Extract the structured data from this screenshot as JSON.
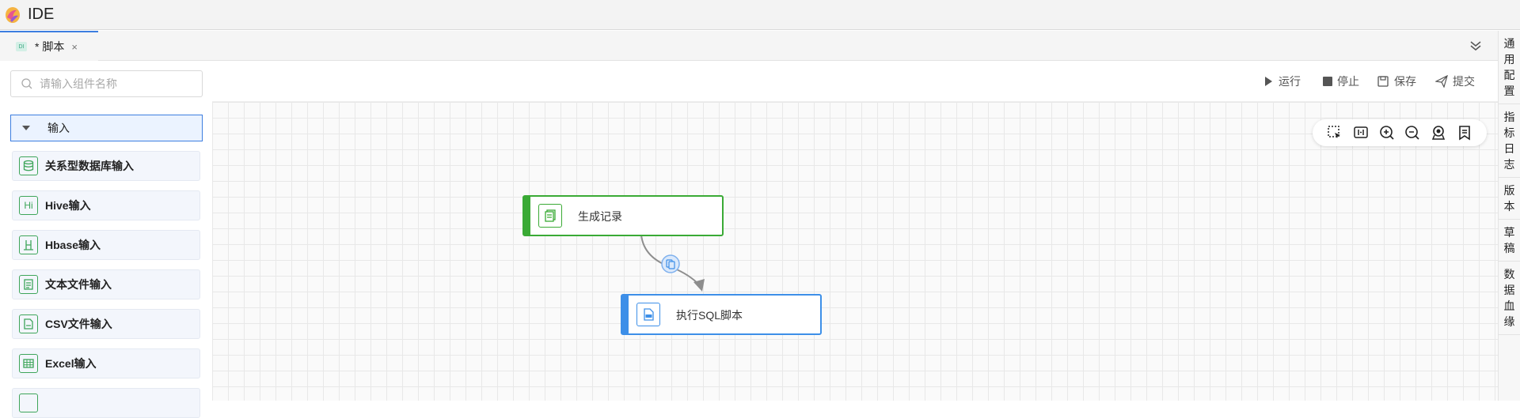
{
  "app": {
    "title": "IDE"
  },
  "tabs": [
    {
      "label": "* 脚本",
      "icon": "DI",
      "close": "×"
    }
  ],
  "toolbar": {
    "run": "运行",
    "stop": "停止",
    "save": "保存",
    "submit": "提交"
  },
  "right_rail": [
    {
      "id": "general",
      "label": "通用配置",
      "chars": [
        "通",
        "用",
        "配",
        "置"
      ]
    },
    {
      "id": "metrics",
      "label": "指标日志",
      "chars": [
        "指",
        "标",
        "日",
        "志"
      ]
    },
    {
      "id": "version",
      "label": "版本",
      "chars": [
        "版",
        "本"
      ]
    },
    {
      "id": "draft",
      "label": "草稿",
      "chars": [
        "草",
        "稿"
      ]
    },
    {
      "id": "lineage",
      "label": "数据血缘",
      "chars": [
        "数",
        "据",
        "血",
        "缘"
      ]
    }
  ],
  "search": {
    "placeholder": "请输入组件名称",
    "value": ""
  },
  "component_group": {
    "label": "输入",
    "expanded": true
  },
  "components": [
    {
      "label": "关系型数据库输入",
      "icon": "database-icon"
    },
    {
      "label": "Hive输入",
      "icon": "hive-icon",
      "glyph": "Hi"
    },
    {
      "label": "Hbase输入",
      "icon": "hbase-icon"
    },
    {
      "label": "文本文件输入",
      "icon": "text-file-icon"
    },
    {
      "label": "CSV文件输入",
      "icon": "csv-file-icon"
    },
    {
      "label": "Excel输入",
      "icon": "excel-icon"
    }
  ],
  "canvas_tools": [
    "select-icon",
    "fit-icon",
    "zoom-in-icon",
    "zoom-out-icon",
    "locate-icon",
    "bookmark-icon"
  ],
  "nodes": [
    {
      "id": "gen",
      "label": "生成记录",
      "color": "#3aaa35",
      "icon": "record-icon"
    },
    {
      "id": "sql",
      "label": "执行SQL脚本",
      "color": "#3d8fe8",
      "icon": "sql-script-icon"
    }
  ],
  "colors": {
    "accent": "#3d7ee0",
    "green": "#3aaa35",
    "blue": "#3d8fe8"
  }
}
